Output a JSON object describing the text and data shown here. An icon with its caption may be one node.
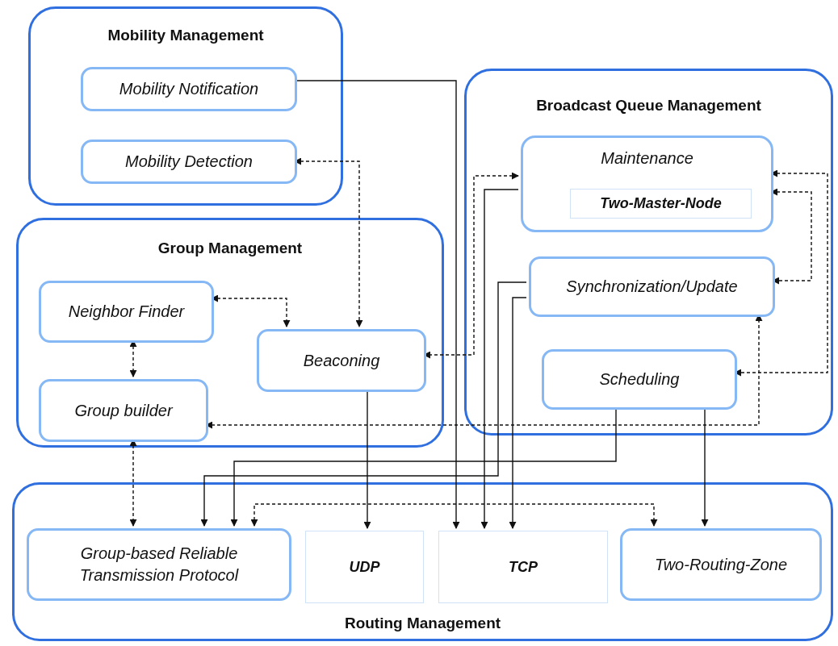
{
  "diagram": {
    "nodes": [
      {
        "text": [
          "Mobility Management"
        ]
      },
      {
        "text": [
          "Mobility Notification"
        ],
        "in": 0
      },
      {
        "text": [
          "Mobility Detection"
        ],
        "in": 0
      },
      {
        "text": [
          "Broadcast Queue Management"
        ]
      },
      {
        "text": [
          "Maintenance"
        ],
        "in": 3
      },
      {
        "text": [
          "Two-Master-Node"
        ],
        "in": 4
      },
      {
        "text": [
          "Synchronization/Update"
        ],
        "in": 3
      },
      {
        "text": [
          "Scheduling"
        ],
        "in": 3
      },
      {
        "text": [
          "Group Management"
        ]
      },
      {
        "text": [
          "Neighbor Finder"
        ],
        "in": 8
      },
      {
        "text": [
          "Beaconing"
        ],
        "in": 8
      },
      {
        "text": [
          "Group builder"
        ],
        "in": 8
      },
      {
        "text": [
          "Routing Management"
        ]
      },
      {
        "text": [
          "Group-based Reliable Transmission Protocol"
        ],
        "in": 12
      },
      {
        "text": [
          "UDP"
        ],
        "in": 12
      },
      {
        "text": [
          "TCP"
        ],
        "in": 12
      },
      {
        "text": [
          "Two-Routing-Zone"
        ],
        "in": 12
      }
    ],
    "edges": [
      {
        "from": 1,
        "to": 15,
        "arrow": "to"
      },
      {
        "from": 2,
        "to": 10,
        "arrow": "both",
        "style": "dashed"
      },
      {
        "from": 9,
        "to": 10,
        "arrow": "both",
        "style": "dashed"
      },
      {
        "from": 9,
        "to": 11,
        "arrow": "both",
        "style": "dashed"
      },
      {
        "from": 11,
        "to": 13,
        "arrow": "both",
        "style": "dashed"
      },
      {
        "from": 10,
        "to": 14,
        "arrow": "to"
      },
      {
        "from": 4,
        "to": 10,
        "arrow": "both",
        "style": "dashed"
      },
      {
        "from": 4,
        "to": 15,
        "arrow": "to"
      },
      {
        "from": 6,
        "to": 13,
        "arrow": "to"
      },
      {
        "from": 6,
        "to": 15,
        "arrow": "to"
      },
      {
        "from": 7,
        "to": 13,
        "arrow": "to"
      },
      {
        "from": 7,
        "to": 16,
        "arrow": "to"
      },
      {
        "from": 13,
        "to": 16,
        "arrow": "both",
        "style": "dashed"
      },
      {
        "from": 4,
        "to": 7,
        "arrow": "both",
        "style": "dashed"
      },
      {
        "from": 4,
        "to": 6,
        "arrow": "both",
        "style": "dashed"
      },
      {
        "from": 11,
        "to": 6,
        "arrow": "both",
        "style": "dashed"
      }
    ]
  }
}
